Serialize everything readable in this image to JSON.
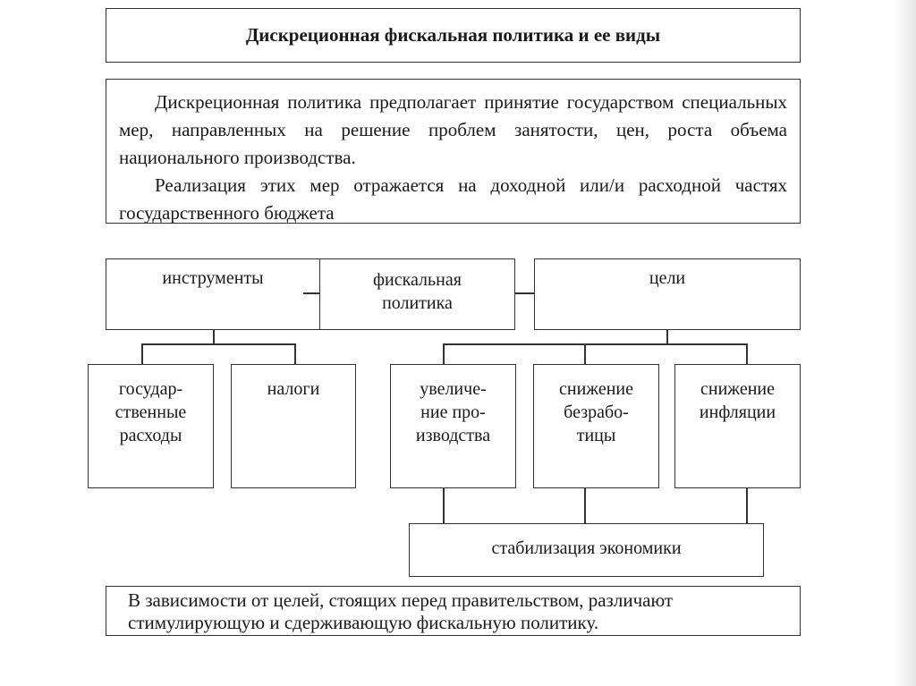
{
  "title": "Дискреционная фискальная политика и ее виды",
  "description": {
    "paragraph1": "Дискреционная политика предполагает принятие государством специальных мер, направленных на решение проблем занятости, цен, роста объема национального производства.",
    "paragraph2": "Реализация этих мер отражается на доходной или/и расходной частях государственного бюджета"
  },
  "nodes": {
    "instruments": "инструменты",
    "fiscal_policy": "фискальная политика",
    "goals": "цели",
    "government_expenses": "государ-ственные расходы",
    "taxes": "налоги",
    "production_increase": "увеличе-ние про-изводства",
    "unemployment_reduction": "снижение безрабо-тицы",
    "inflation_reduction": "снижение инфляции",
    "stabilization": "стабилизация экономики"
  },
  "conclusion": "В зависимости от целей, стоящих перед правительством, различают стимулирующую и сдерживающую фискальную политику."
}
